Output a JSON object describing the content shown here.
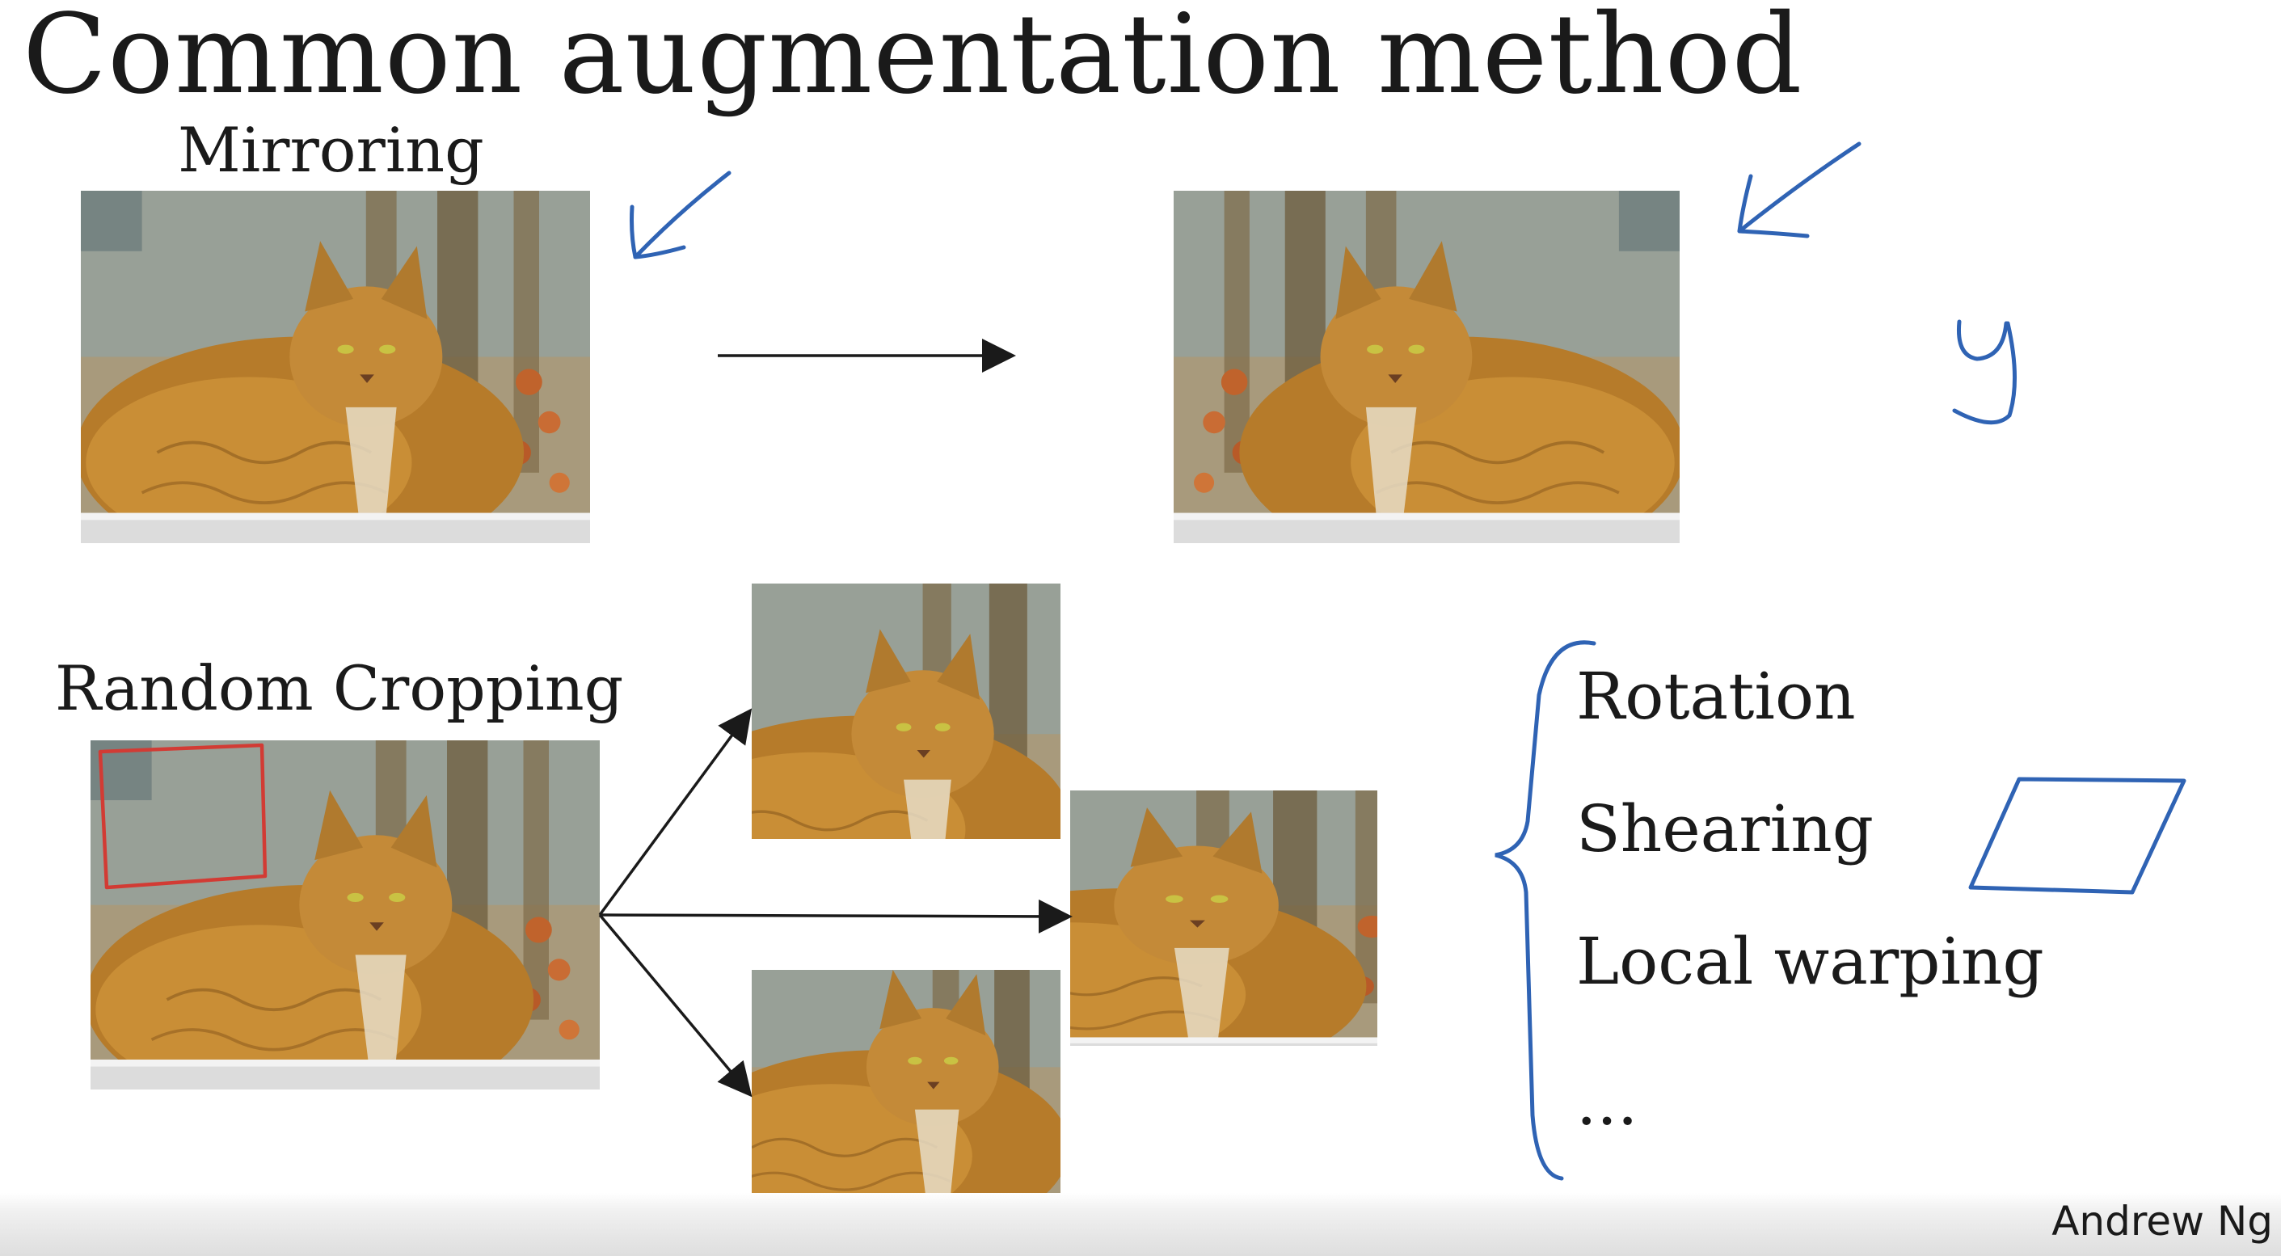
{
  "slide": {
    "title": "Common augmentation method",
    "mirroring_label": "Mirroring",
    "cropping_label": "Random Cropping",
    "options": [
      "Rotation",
      "Shearing",
      "Local warping",
      "..."
    ],
    "handwritten_label": "y",
    "credit": "Andrew Ng"
  },
  "icons": {
    "photo": "cat-photo",
    "arrow": "arrow-icon",
    "bracket": "curly-brace-icon"
  },
  "colors": {
    "ink": "#1a1a1a",
    "annotation": "#2f63b4",
    "crop_box": "#d23b34"
  }
}
